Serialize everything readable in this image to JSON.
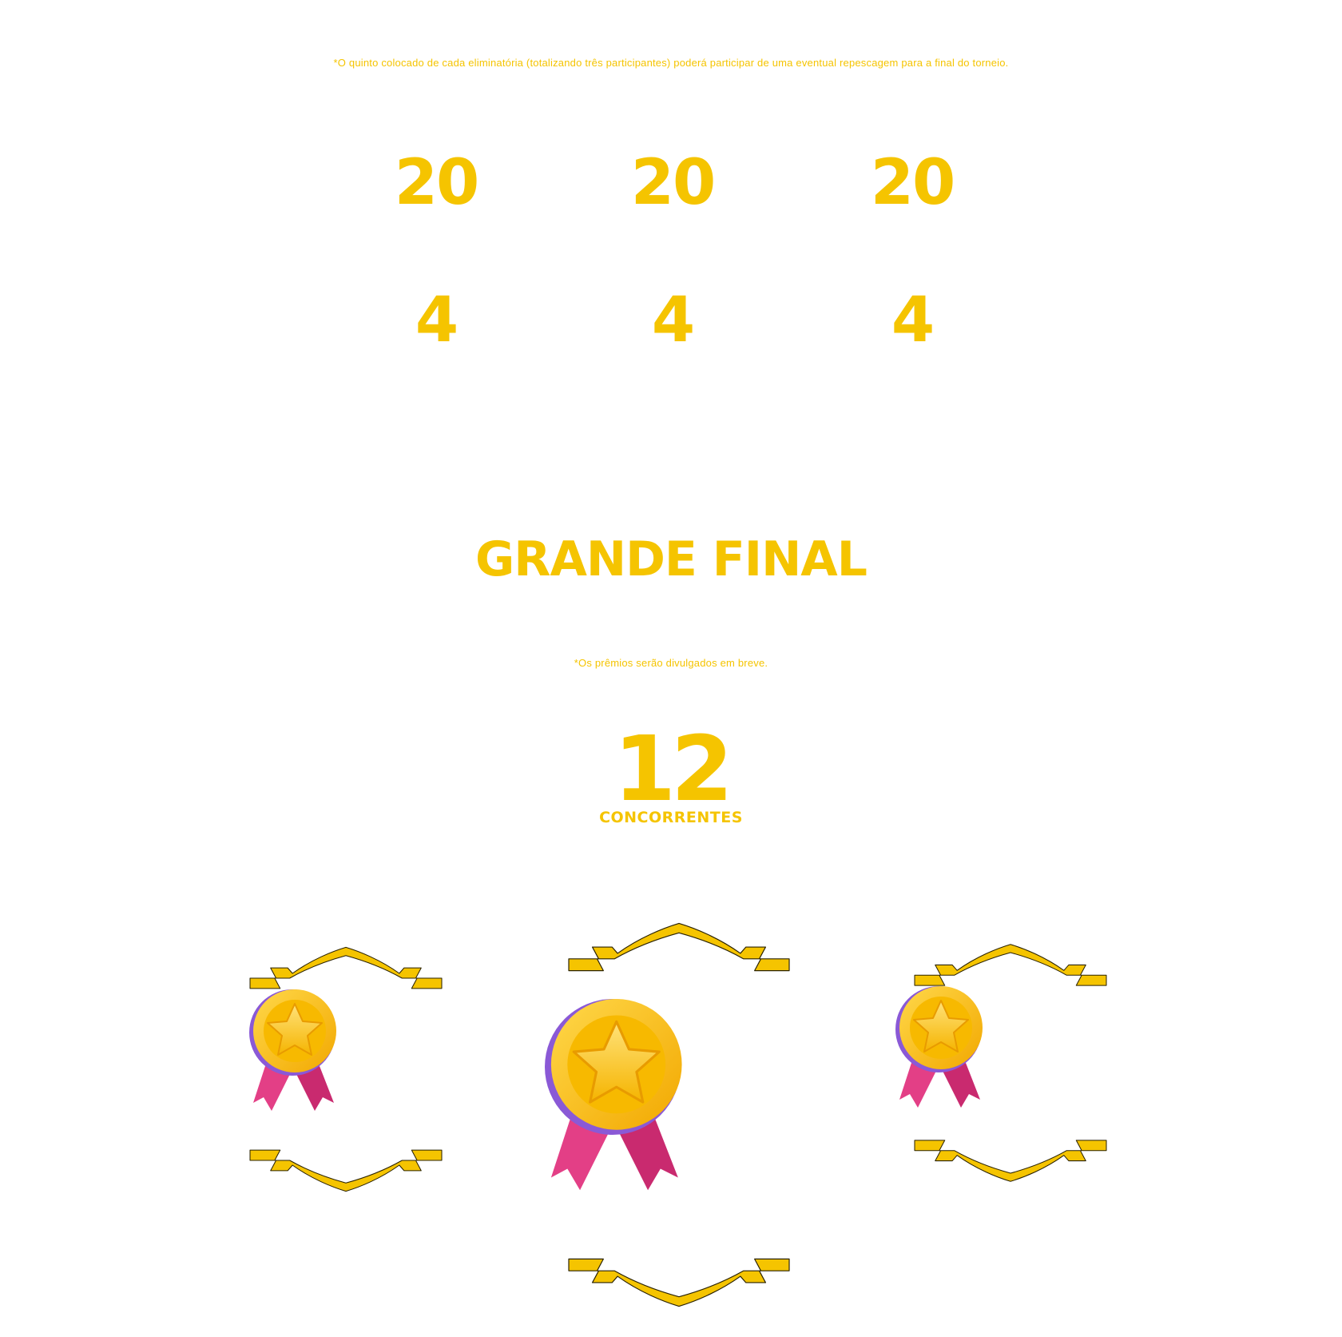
{
  "heats": {
    "note": "*O quinto colocado de cada eliminatória (totalizando três participantes) poderá participar de uma eventual repescagem para a final do torneio.",
    "columns": [
      {
        "participants": "20",
        "qualified": "4"
      },
      {
        "participants": "20",
        "qualified": "4"
      },
      {
        "participants": "20",
        "qualified": "4"
      }
    ]
  },
  "final": {
    "title": "GRANDE FINAL",
    "note": "*Os prêmios serão divulgados em breve.",
    "count": "12",
    "count_label": "CONCORRENTES"
  },
  "awards": [
    {
      "icon": "medal-icon",
      "rank": "side-left"
    },
    {
      "icon": "medal-icon",
      "rank": "center"
    },
    {
      "icon": "medal-icon",
      "rank": "side-right"
    }
  ],
  "colors": {
    "accent": "#f5c400",
    "ribbon": "#e33f86",
    "background": "#ffffff"
  }
}
